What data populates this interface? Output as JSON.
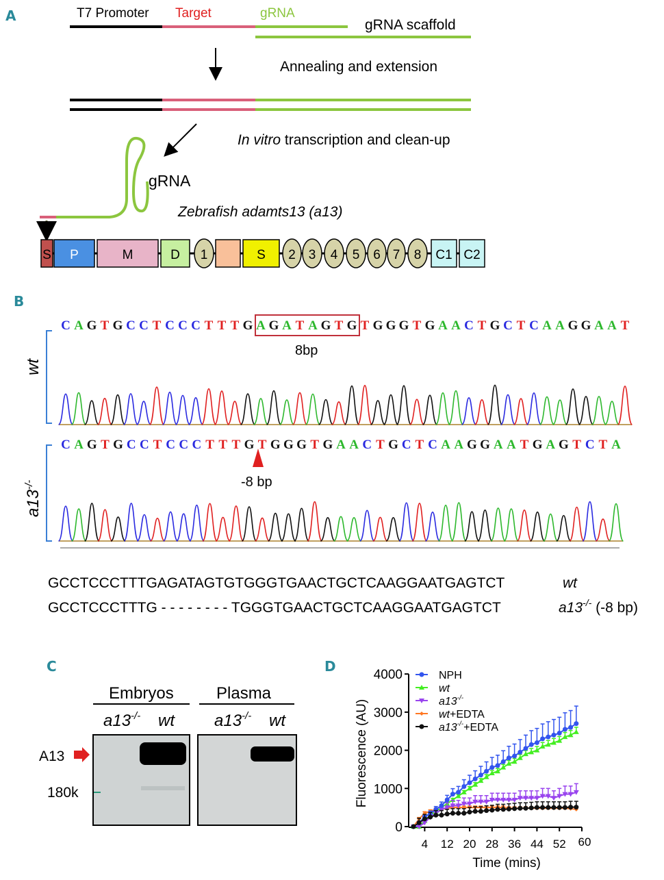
{
  "panels": {
    "a": "A",
    "b": "B",
    "c": "C",
    "d": "D"
  },
  "panel_a": {
    "t7": "T7 Promoter",
    "target": "Target",
    "grna": "gRNA",
    "scaffold": "gRNA scaffold",
    "step1": "Annealing and extension",
    "step2_italic": "In vitro",
    "step2": " transcription and clean-up",
    "grna_label": "gRNA",
    "gene": "Zebrafish adamts13 (a13)",
    "domains": [
      "S",
      "P",
      "M",
      "D",
      "1",
      "",
      "S",
      "2",
      "3",
      "4",
      "5",
      "6",
      "7",
      "8",
      "C1",
      "C2"
    ],
    "colors": {
      "target": "#d9607a",
      "grna": "#8cc63f"
    }
  },
  "panel_b": {
    "wt_label": "wt",
    "mut_label": "a13",
    "mut_sup": "-/-",
    "wt_seq": "CAGTGCCTCCCTTTGAGATAGTGTGGGTGAACTGCTCAAGGAAT",
    "mut_seq": "CAGTGCCTCCCTTTGTGGGTGAACTGCTCAAGGAATGAGTCTA",
    "box_label": "8bp",
    "del_label": "-8 bp",
    "align_wt": "GCCTCCCTTTGAGATAGTGTGGGTGAACTGCTCAAGGAATGAGTCT",
    "align_mut": "GCCTCCCTTTG - - - - - - - - TGGGTGAACTGCTCAAGGAATGAGTCT",
    "align_wt_label": "wt",
    "align_mut_label": "a13",
    "align_mut_sup": "-/-",
    "align_mut_suffix": " (-8 bp)",
    "base_colors": {
      "A": "#2db82d",
      "C": "#2a2ae0",
      "G": "#111111",
      "T": "#e02020"
    }
  },
  "panel_c": {
    "embryos": "Embryos",
    "plasma": "Plasma",
    "lane_mut": "a13",
    "lane_sup": "-/-",
    "lane_wt": "wt",
    "band": "A13",
    "marker": "180k"
  },
  "chart_data": {
    "type": "line",
    "xlabel": "Time (mins)",
    "ylabel": "Fluorescence (AU)",
    "xlim": [
      0,
      60
    ],
    "ylim": [
      0,
      4000
    ],
    "xticks": [
      4,
      12,
      20,
      28,
      36,
      44,
      52,
      60
    ],
    "yticks": [
      0,
      1000,
      2000,
      3000,
      4000
    ],
    "legend_position": "top-left",
    "x": [
      0,
      2,
      4,
      6,
      8,
      10,
      12,
      14,
      16,
      18,
      20,
      22,
      24,
      26,
      28,
      30,
      32,
      34,
      36,
      38,
      40,
      42,
      44,
      46,
      48,
      50,
      52,
      54,
      56,
      58
    ],
    "series": [
      {
        "name": "NPH",
        "color": "#3355ee",
        "marker": "circle",
        "err_frac": 0.17,
        "values": [
          0,
          100,
          250,
          350,
          450,
          550,
          700,
          850,
          900,
          1050,
          1150,
          1250,
          1350,
          1450,
          1550,
          1600,
          1700,
          1800,
          1850,
          1950,
          2050,
          2150,
          2200,
          2300,
          2350,
          2400,
          2450,
          2550,
          2600,
          2700
        ]
      },
      {
        "name": "wt",
        "italic": true,
        "color": "#44ee22",
        "marker": "triangle",
        "err_frac": 0.05,
        "values": [
          0,
          0,
          150,
          300,
          400,
          500,
          600,
          700,
          800,
          900,
          1000,
          1100,
          1200,
          1300,
          1400,
          1450,
          1550,
          1650,
          1700,
          1800,
          1900,
          1950,
          2000,
          2100,
          2150,
          2200,
          2250,
          2350,
          2400,
          2480
        ]
      },
      {
        "name": "a13",
        "sup": "-/-",
        "italic": true,
        "color": "#9944ee",
        "marker": "triangle-down",
        "err_frac": 0.25,
        "values": [
          0,
          0,
          100,
          250,
          350,
          450,
          500,
          550,
          550,
          600,
          600,
          650,
          650,
          650,
          700,
          700,
          700,
          700,
          700,
          750,
          750,
          750,
          750,
          800,
          800,
          750,
          800,
          850,
          850,
          900
        ]
      },
      {
        "name": "wt",
        "suffix": "+EDTA",
        "italic": true,
        "color": "#ff7722",
        "marker": "diamond",
        "err_frac": 0.05,
        "values": [
          0,
          200,
          350,
          400,
          450,
          450,
          480,
          500,
          500,
          500,
          500,
          500,
          500,
          500,
          500,
          500,
          500,
          480,
          480,
          480,
          480,
          480,
          480,
          480,
          480,
          480,
          480,
          480,
          470,
          450
        ]
      },
      {
        "name": "a13",
        "sup": "-/-",
        "suffix": "+EDTA",
        "italic": true,
        "color": "#111111",
        "marker": "circle",
        "err_frac": 0.3,
        "values": [
          0,
          100,
          200,
          250,
          300,
          300,
          330,
          350,
          350,
          350,
          380,
          400,
          400,
          420,
          430,
          450,
          450,
          460,
          470,
          480,
          480,
          490,
          500,
          500,
          500,
          500,
          500,
          500,
          510,
          510
        ]
      }
    ]
  }
}
